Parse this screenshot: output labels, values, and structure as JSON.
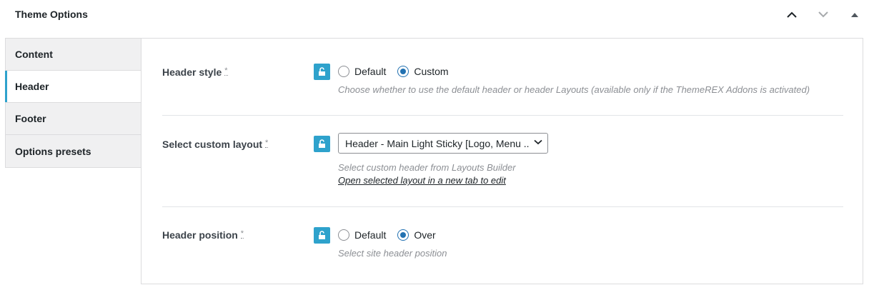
{
  "panel": {
    "title": "Theme Options"
  },
  "tabs": [
    {
      "label": "Content"
    },
    {
      "label": "Header"
    },
    {
      "label": "Footer"
    },
    {
      "label": "Options presets"
    }
  ],
  "active_tab": "Header",
  "options": {
    "header_style": {
      "label": "Header style",
      "required_mark": "*",
      "choices": [
        "Default",
        "Custom"
      ],
      "selected": "Custom",
      "description": "Choose whether to use the default header or header Layouts (available only if the ThemeREX Addons is activated)"
    },
    "custom_layout": {
      "label": "Select custom layout",
      "required_mark": "*",
      "value": "Header - Main Light Sticky [Logo, Menu ...",
      "description": "Select custom header from Layouts Builder",
      "link": "Open selected layout in a new tab to edit"
    },
    "header_position": {
      "label": "Header position",
      "required_mark": "*",
      "choices": [
        "Default",
        "Over"
      ],
      "selected": "Over",
      "description": "Select site header position"
    }
  },
  "icons": {
    "move_up": "chevron-up-icon",
    "move_down": "chevron-down-icon",
    "toggle": "triangle-up-icon",
    "lock": "unlock-icon"
  },
  "colors": {
    "accent": "#2ea2cc",
    "radio_checked": "#2271b1"
  }
}
